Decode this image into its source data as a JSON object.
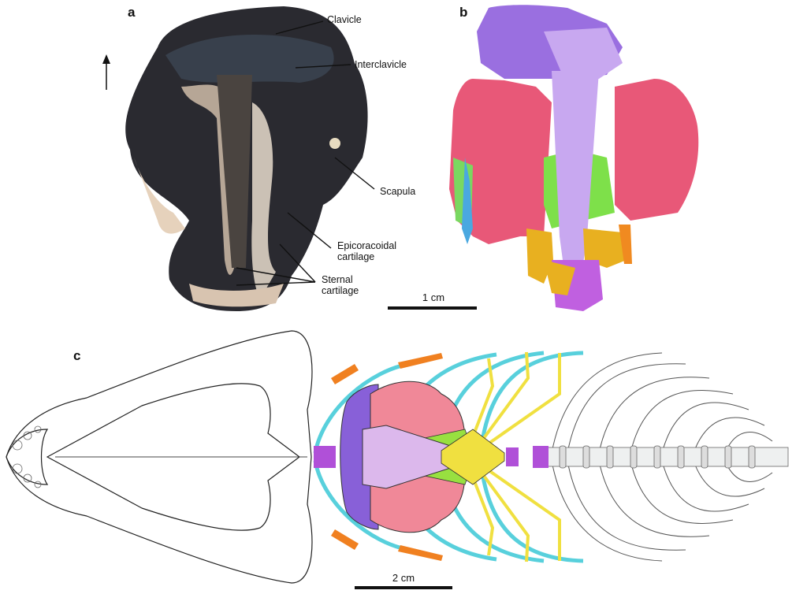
{
  "figure": {
    "panels": [
      {
        "id": "a",
        "label": "a",
        "type": "fossil-photograph"
      },
      {
        "id": "b",
        "label": "b",
        "type": "3d-segmentation-render"
      },
      {
        "id": "c",
        "label": "c",
        "type": "reconstruction-drawing"
      }
    ],
    "panel_a": {
      "label": "a",
      "annotations": [
        {
          "text": "Clavicle"
        },
        {
          "text": "Interclavicle"
        },
        {
          "text": "Scapula"
        },
        {
          "text_line1": "Epicoracoidal",
          "text_line2": "cartilage"
        },
        {
          "text_line1": "Sternal",
          "text_line2": "cartilage"
        }
      ],
      "orientation_arrow": "up-arrow-icon"
    },
    "panel_b": {
      "label": "b",
      "scale_bar": "1 cm",
      "colors": {
        "clavicle": "#9a6fe0",
        "interclavicle": "#c8a8f0",
        "scapulocoracoid": "#e8607a",
        "epicoracoid": "#7ee04a",
        "ribs": "#4aa8e0",
        "sternal": "#e8b020",
        "other": "#f08a20",
        "vertebrae": "#c060e0"
      }
    },
    "panel_c": {
      "label": "c",
      "scale_bar": "2 cm",
      "colors": {
        "clavicle": "#8860d8",
        "interclavicle": "#dcb8ec",
        "scapulocoracoid": "#f08898",
        "epicoracoid": "#98e040",
        "sternal_ribs": "#f0e040",
        "ribs": "#58d0dc",
        "rib_tips": "#f08020",
        "vertebrae": "#b050d8"
      }
    }
  }
}
